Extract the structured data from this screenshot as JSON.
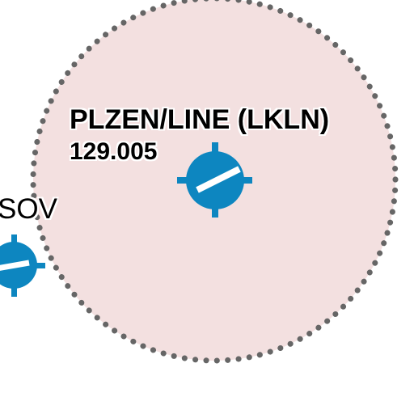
{
  "airport": {
    "label": "PLZEN/LINE (LKLN)",
    "frequency": "129.005"
  },
  "neighbor_airport": {
    "label": "SOV"
  },
  "icons": {
    "main": "airport-icon",
    "neighbor": "airport-icon"
  },
  "colors": {
    "zone_fill": "#f3e0e0",
    "zone_border": "#666666",
    "airport_symbol": "#0d86c0"
  }
}
